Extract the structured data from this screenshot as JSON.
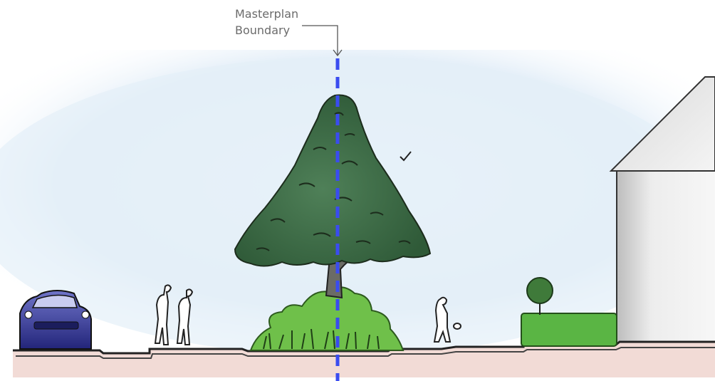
{
  "diagram": {
    "boundary_label_line1": "Masterplan",
    "boundary_label_line2": "Boundary"
  },
  "colors": {
    "boundary_line": "#3a4cf0",
    "sky": "#e6f0f8",
    "ground": "#f2dbd6",
    "tree_canopy": "#3f6e45",
    "hedge": "#6ec44e",
    "car": "#2c2f8f",
    "house": "#efefef"
  },
  "elements": [
    "car",
    "pedestrians",
    "tree",
    "shrubs",
    "pedestrian-with-ball",
    "hedge",
    "topiary",
    "house"
  ]
}
